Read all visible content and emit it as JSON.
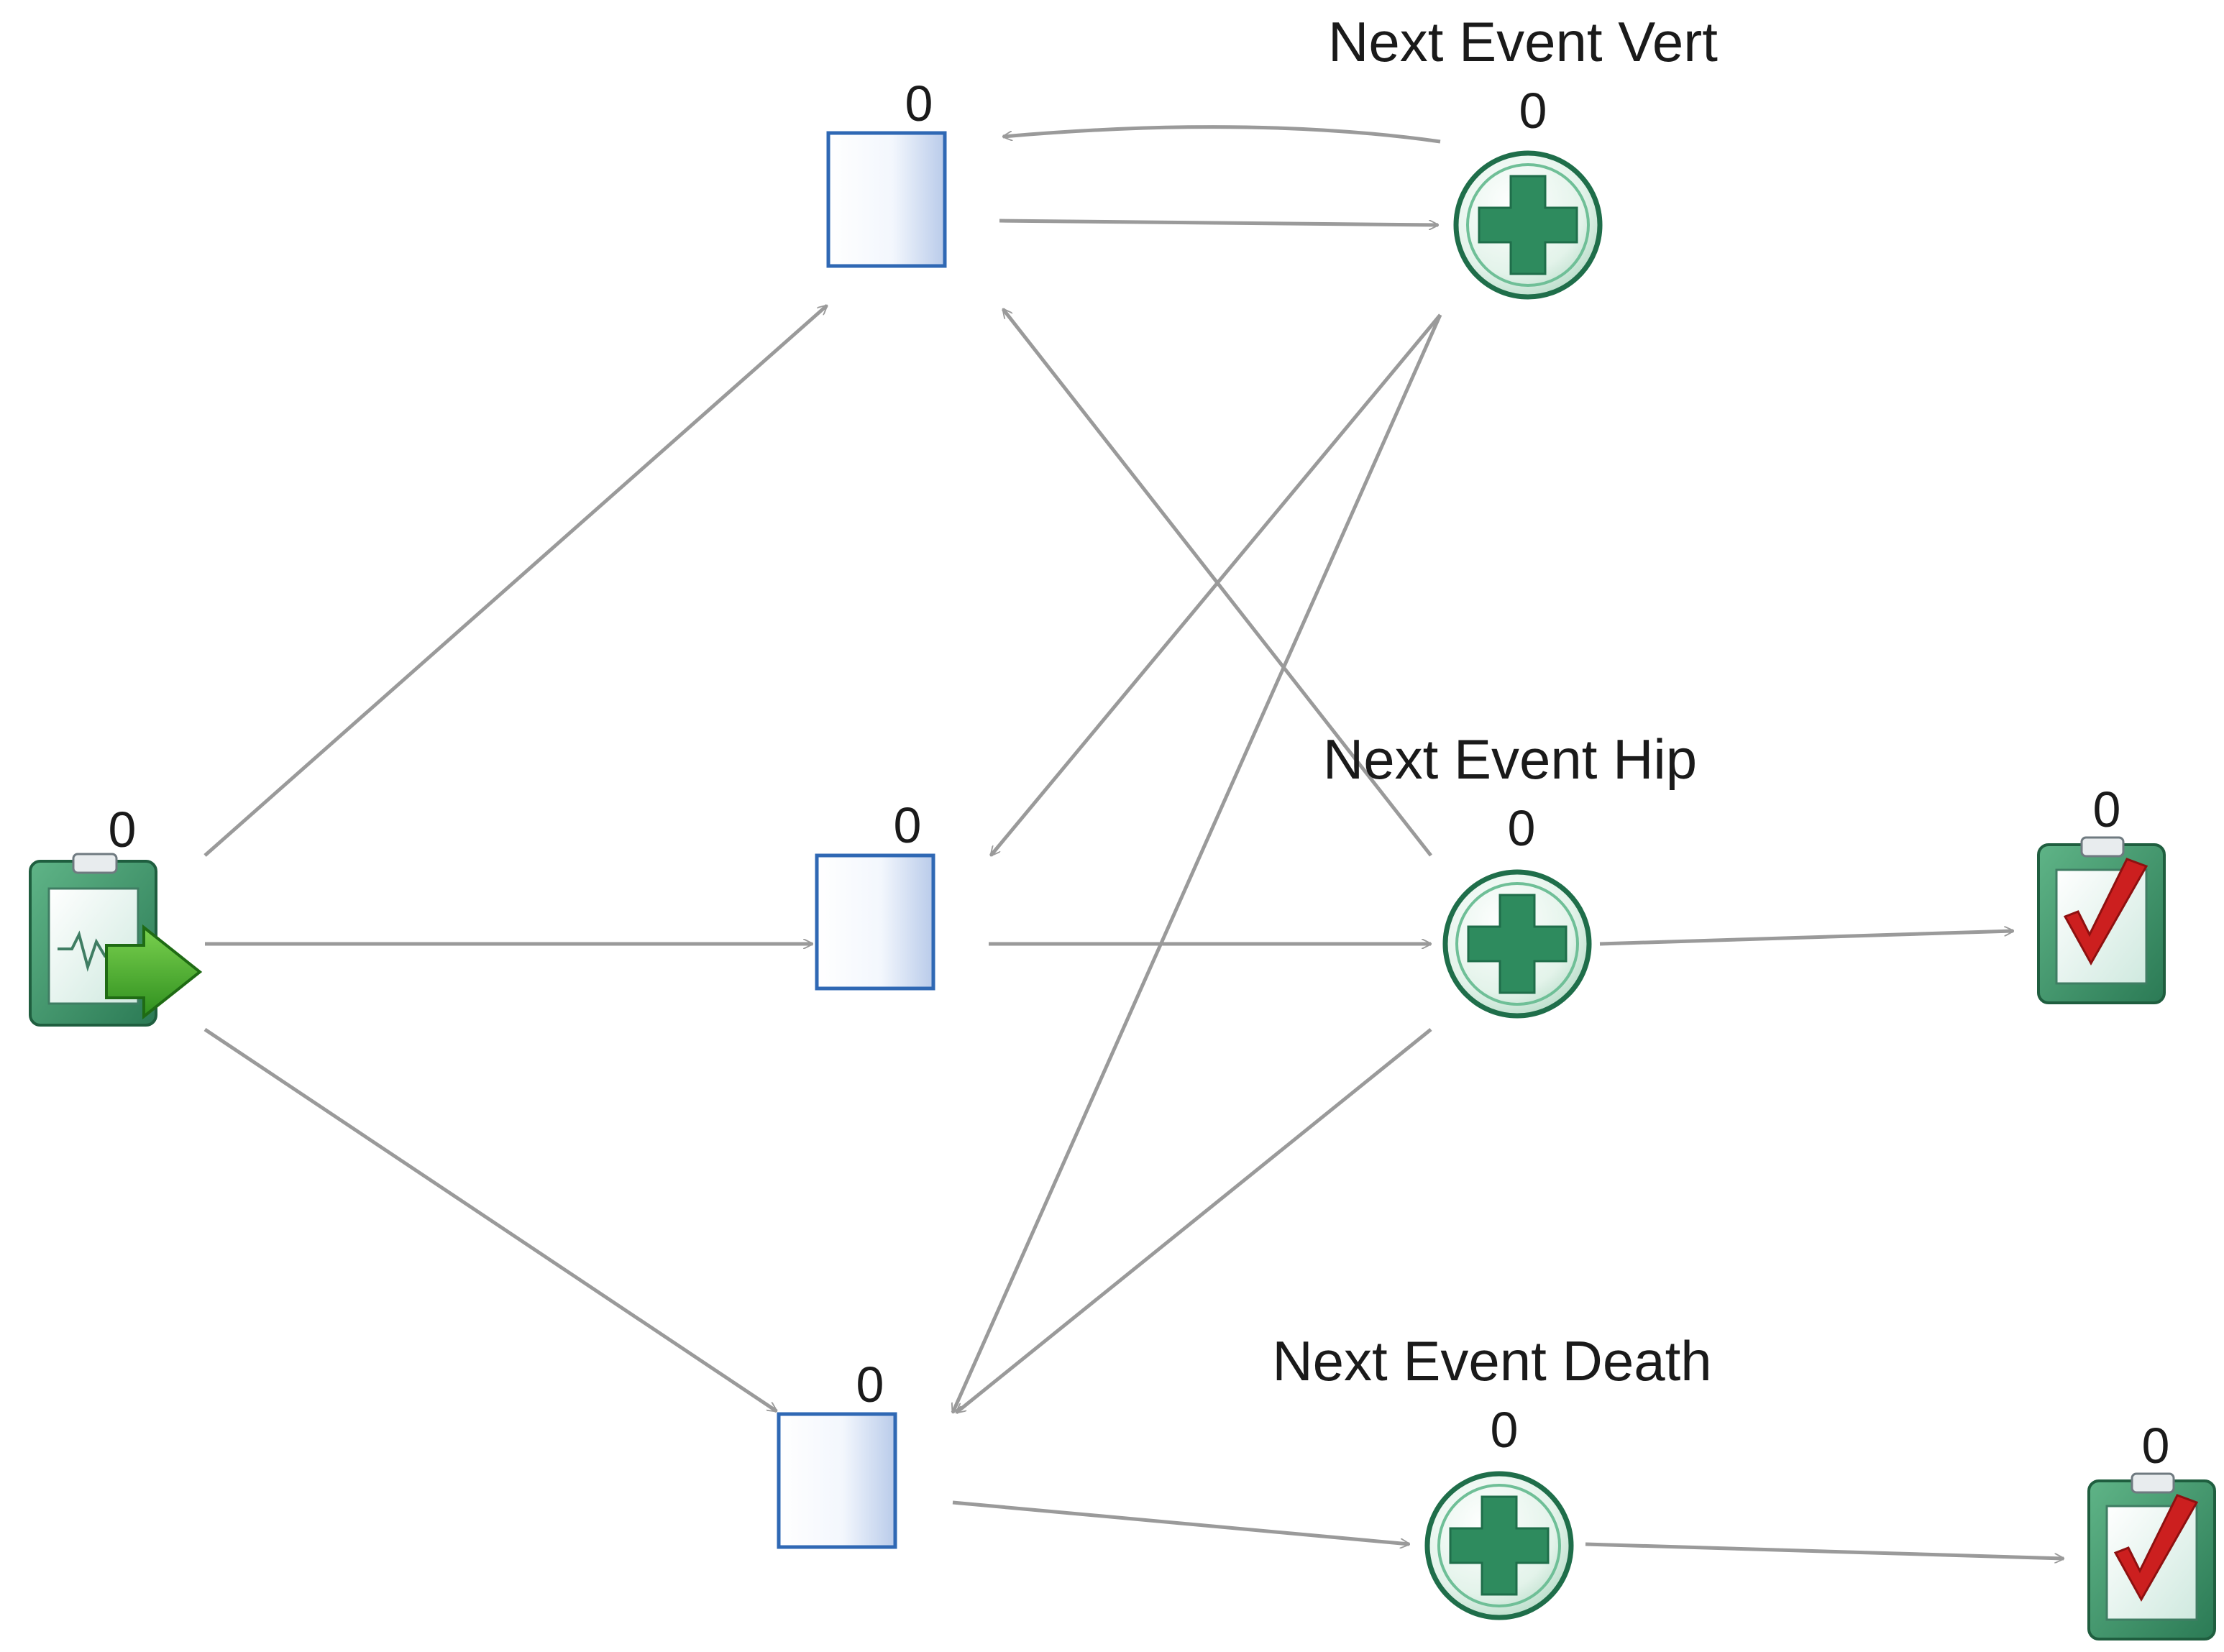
{
  "diagram": {
    "start_node": {
      "count": "0",
      "icon": "clipboard-start-icon"
    },
    "states": [
      {
        "id": "state_top",
        "count": "0"
      },
      {
        "id": "state_middle",
        "count": "0"
      },
      {
        "id": "state_bottom",
        "count": "0"
      }
    ],
    "events": [
      {
        "id": "event_vert",
        "title": "Next Event Vert",
        "count": "0",
        "icon": "plus-circle-icon"
      },
      {
        "id": "event_hip",
        "title": "Next Event Hip",
        "count": "0",
        "icon": "plus-circle-icon"
      },
      {
        "id": "event_death",
        "title": "Next Event Death",
        "count": "0",
        "icon": "plus-circle-icon"
      }
    ],
    "end_nodes": [
      {
        "id": "end_hip",
        "count": "0",
        "icon": "clipboard-check-icon"
      },
      {
        "id": "end_death",
        "count": "0",
        "icon": "clipboard-check-icon"
      }
    ],
    "edges": [
      {
        "from": "start",
        "to": "state_top"
      },
      {
        "from": "start",
        "to": "state_middle"
      },
      {
        "from": "start",
        "to": "state_bottom"
      },
      {
        "from": "state_top",
        "to": "event_vert"
      },
      {
        "from": "event_vert",
        "to": "state_top"
      },
      {
        "from": "event_vert",
        "to": "state_middle"
      },
      {
        "from": "event_vert",
        "to": "state_bottom"
      },
      {
        "from": "state_middle",
        "to": "event_hip"
      },
      {
        "from": "event_hip",
        "to": "state_top"
      },
      {
        "from": "event_hip",
        "to": "state_bottom"
      },
      {
        "from": "event_hip",
        "to": "end_hip"
      },
      {
        "from": "state_bottom",
        "to": "event_death"
      },
      {
        "from": "event_death",
        "to": "end_death"
      }
    ],
    "colors": {
      "edge": "#9a9a9a",
      "state_border": "#2f68b4",
      "event_green": "#2e8b5e",
      "arrow_green": "#3aa52c",
      "check_red": "#cc1f1f"
    }
  }
}
